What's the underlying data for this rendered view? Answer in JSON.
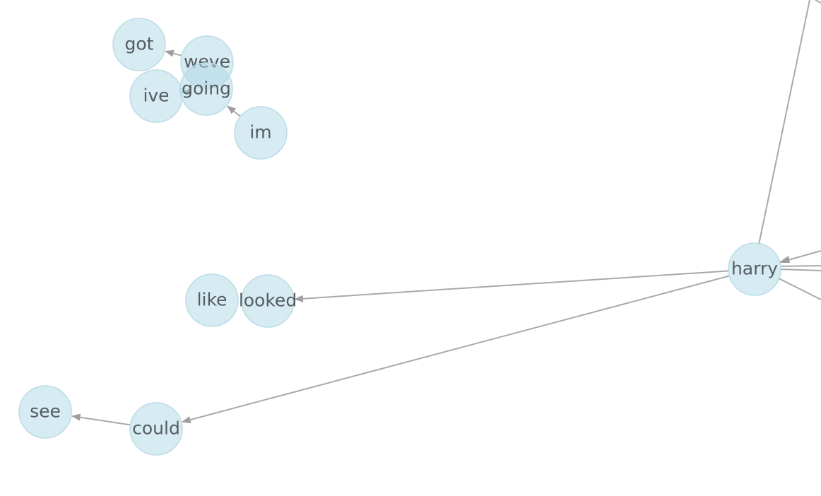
{
  "graph": {
    "node_color": "#add8e6",
    "edge_color": "#a9a9a9",
    "label_color": "#555d62",
    "nodes": [
      {
        "id": "got",
        "label": "got"
      },
      {
        "id": "weve",
        "label": "weve"
      },
      {
        "id": "ive",
        "label": "ive"
      },
      {
        "id": "going",
        "label": "going"
      },
      {
        "id": "im",
        "label": "im"
      },
      {
        "id": "like",
        "label": "like"
      },
      {
        "id": "looked",
        "label": "looked"
      },
      {
        "id": "harry",
        "label": "harry"
      },
      {
        "id": "see",
        "label": "see"
      },
      {
        "id": "could",
        "label": "could"
      }
    ],
    "edges": [
      {
        "source": "weve",
        "target": "got"
      },
      {
        "source": "going",
        "target": "ive"
      },
      {
        "source": "im",
        "target": "going"
      },
      {
        "source": "harry",
        "target": "looked"
      },
      {
        "source": "harry",
        "target": "could"
      },
      {
        "source": "could",
        "target": "see"
      }
    ]
  }
}
